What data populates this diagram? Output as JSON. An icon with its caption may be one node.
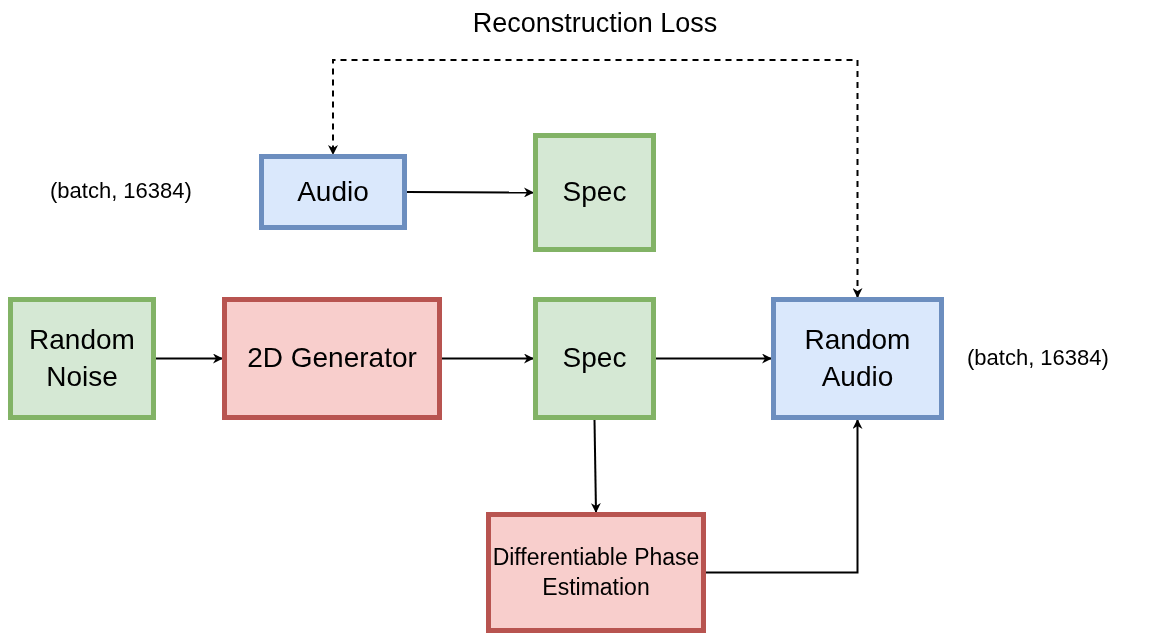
{
  "diagram": {
    "nodes": [
      {
        "text": [
          "Audio"
        ],
        "beside": [
          "(batch, 16384)"
        ]
      },
      {
        "text": [
          "Spec"
        ]
      },
      {
        "text": [
          "Random Noise"
        ]
      },
      {
        "text": [
          "2D Generator"
        ]
      },
      {
        "text": [
          "Spec"
        ]
      },
      {
        "text": [
          "Random Audio"
        ],
        "beside": [
          "(batch, 16384)"
        ]
      },
      {
        "text": [
          "Differentiable Phase Estimation"
        ]
      }
    ],
    "edges": [
      {
        "from": 0,
        "to": 1,
        "arrow": "to"
      },
      {
        "from": 2,
        "to": 3,
        "arrow": "to"
      },
      {
        "from": 3,
        "to": 4,
        "arrow": "to"
      },
      {
        "from": 4,
        "to": 5,
        "arrow": "to"
      },
      {
        "from": 4,
        "to": 6,
        "arrow": "to"
      },
      {
        "from": 6,
        "to": 5,
        "arrow": "to"
      },
      {
        "from": 5,
        "to": 0,
        "arrow": "both",
        "style": "dashed",
        "label": "Reconstruction Loss"
      }
    ]
  }
}
